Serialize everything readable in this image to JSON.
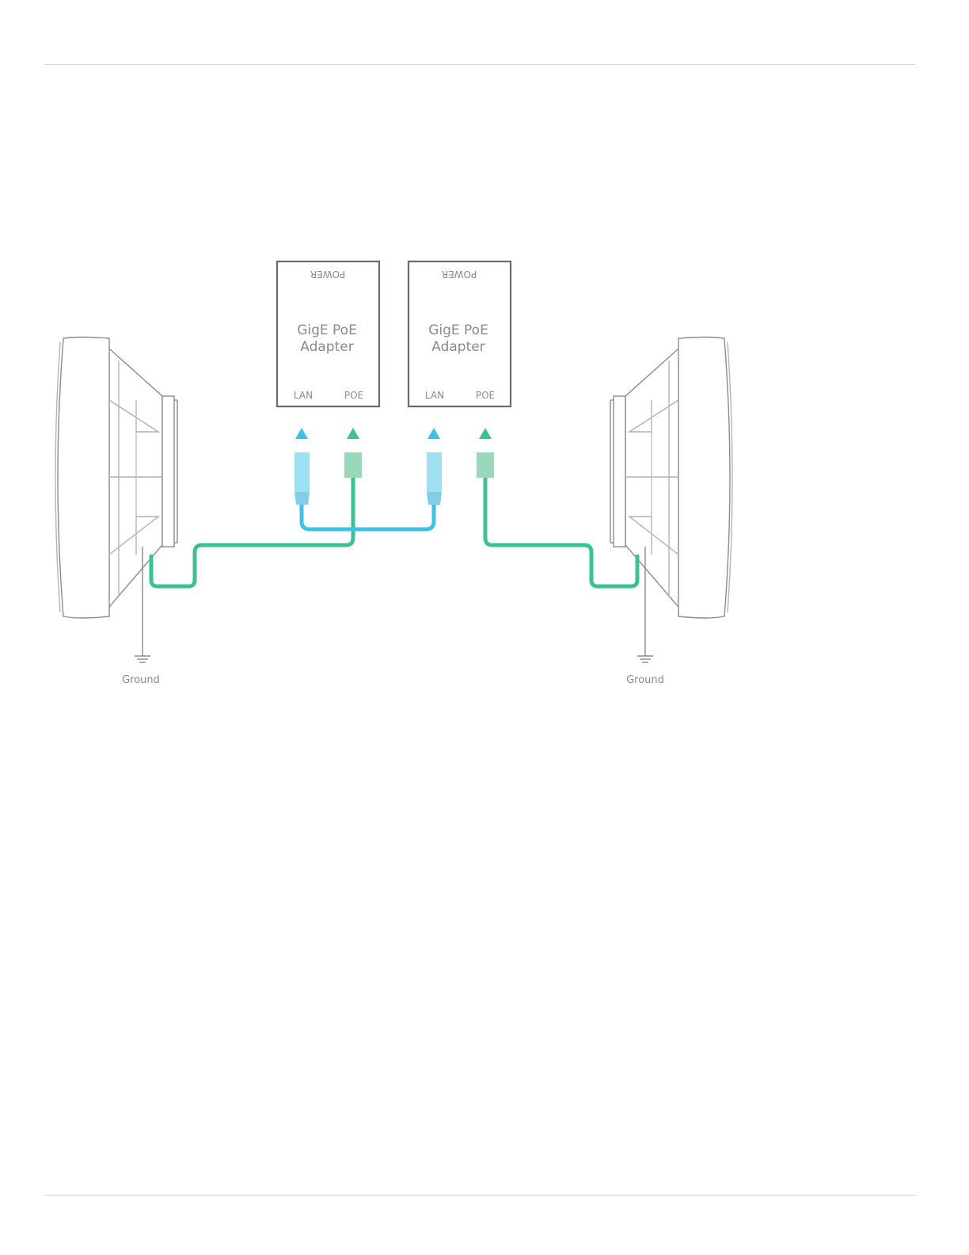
{
  "adapters": [
    {
      "power_label": "POWER",
      "name_line1": "GigE PoE",
      "name_line2": "Adapter",
      "lan_label": "LAN",
      "poe_label": "POE"
    },
    {
      "power_label": "POWER",
      "name_line1": "GigE PoE",
      "name_line2": "Adapter",
      "lan_label": "LAN",
      "poe_label": "POE"
    }
  ],
  "ground_labels": [
    "Ground",
    "Ground"
  ],
  "colors": {
    "lan_cable": "#3fc1e6",
    "poe_cable": "#3cc291",
    "lan_plug": "#9fdff1",
    "poe_plug": "#9ad8bc",
    "outline": "#6a6a6a"
  }
}
